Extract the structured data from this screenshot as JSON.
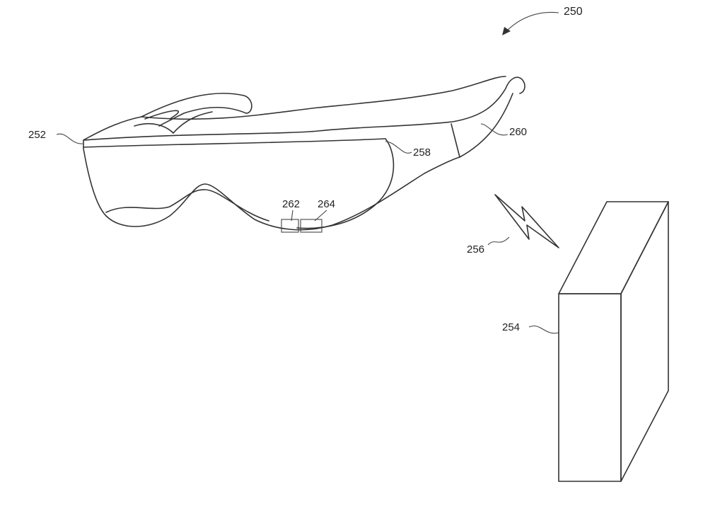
{
  "figure": {
    "labels": {
      "system": "250",
      "glasses": "252",
      "device": "254",
      "wireless_link": "256",
      "lens": "258",
      "temple_band": "260",
      "component_a": "262",
      "component_b": "264"
    }
  }
}
